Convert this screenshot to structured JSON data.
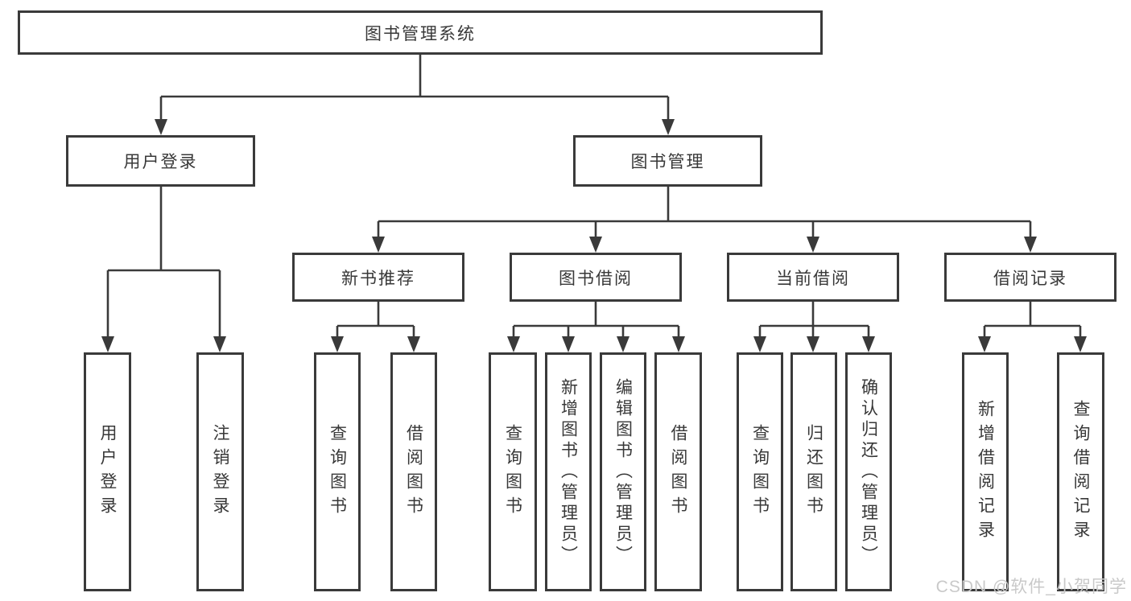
{
  "diagram_title": "图书管理系统",
  "tree": {
    "root": {
      "label": "图书管理系统"
    },
    "branches": [
      {
        "label": "用户登录",
        "children": [
          {
            "label": "用户登录"
          },
          {
            "label": "注销登录"
          }
        ]
      },
      {
        "label": "图书管理",
        "children": [
          {
            "label": "新书推荐",
            "children": [
              {
                "label": "查询图书"
              },
              {
                "label": "借阅图书"
              }
            ]
          },
          {
            "label": "图书借阅",
            "children": [
              {
                "label": "查询图书"
              },
              {
                "label": "新增图书（管理员）"
              },
              {
                "label": "编辑图书（管理员）"
              },
              {
                "label": "借阅图书"
              }
            ]
          },
          {
            "label": "当前借阅",
            "children": [
              {
                "label": "查询图书"
              },
              {
                "label": "归还图书"
              },
              {
                "label": "确认归还（管理员）"
              }
            ]
          },
          {
            "label": "借阅记录",
            "children": [
              {
                "label": "新增借阅记录"
              },
              {
                "label": "查询借阅记录"
              }
            ]
          }
        ]
      }
    ]
  },
  "watermark": "CSDN @软件_小贺同学",
  "colors": {
    "line": "#3a3a3a",
    "text": "#383838",
    "background": "#ffffff",
    "watermark": "#c9c9c9"
  }
}
